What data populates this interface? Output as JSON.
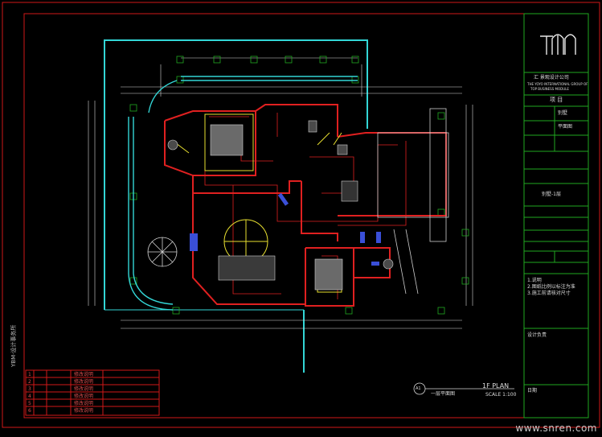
{
  "drawing": {
    "plan_label": "1F PLAN",
    "plan_scale": "SCALE 1:100",
    "plan_badge": "A1",
    "plan_subtitle": "一层平面图",
    "side_text": "YBM·设计事务所",
    "watermark": "www.snren.com"
  },
  "title_block": {
    "company_cn": "汇 景观设计公司",
    "company_en1": "THE YOYO INTERNATIONAL GROUP OF",
    "company_en2": "TOP BUSINESS MODULE",
    "project_label": "项 目",
    "project_name": "别墅",
    "drawing_name": "平面图",
    "sheet_title": "别墅-1层",
    "notes": [
      "1.说明",
      "2.图纸比例以标注为准",
      "3.施工前请核对尺寸"
    ],
    "sign_label": "设计负责",
    "date_label": "日期"
  },
  "revision_table": {
    "rows": [
      {
        "no": "1",
        "desc": "修改说明"
      },
      {
        "no": "2",
        "desc": "修改说明"
      },
      {
        "no": "3",
        "desc": "修改说明"
      },
      {
        "no": "4",
        "desc": "修改说明"
      },
      {
        "no": "5",
        "desc": "修改说明"
      },
      {
        "no": "6",
        "desc": "修改说明"
      }
    ]
  },
  "colors": {
    "background": "#000000",
    "border_red": "#d01818",
    "wall_cyan": "#33d6d6",
    "wall_red": "#e02020",
    "dim_white": "#d8d8d8",
    "grid_green": "#21a821",
    "furniture_yellow": "#e8e030",
    "furniture_blue": "#3a4fd8"
  }
}
